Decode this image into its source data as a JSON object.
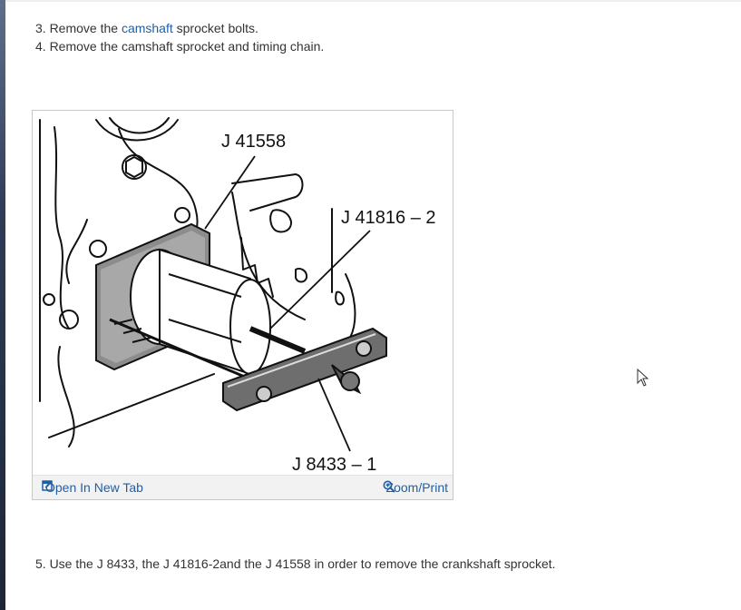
{
  "instructions": {
    "step3": {
      "prefix": "3. Remove the ",
      "link": "camshaft",
      "suffix": " sprocket bolts."
    },
    "step4": "4. Remove the camshaft sprocket and timing chain.",
    "step5": "5. Use the J 8433, the J 41816-2and the J 41558 in order to remove the crankshaft sprocket."
  },
  "figure": {
    "callouts": [
      "J 41558",
      "J 41816 – 2",
      "J 8433 – 1"
    ],
    "open_tab_label": "Open In New Tab",
    "zoom_label": "Zoom/Print",
    "icons": [
      "open-new-tab-icon",
      "zoom-icon"
    ]
  },
  "colors": {
    "link": "#1f5fa8",
    "text": "#333333",
    "bar": "#f2f2f2"
  }
}
